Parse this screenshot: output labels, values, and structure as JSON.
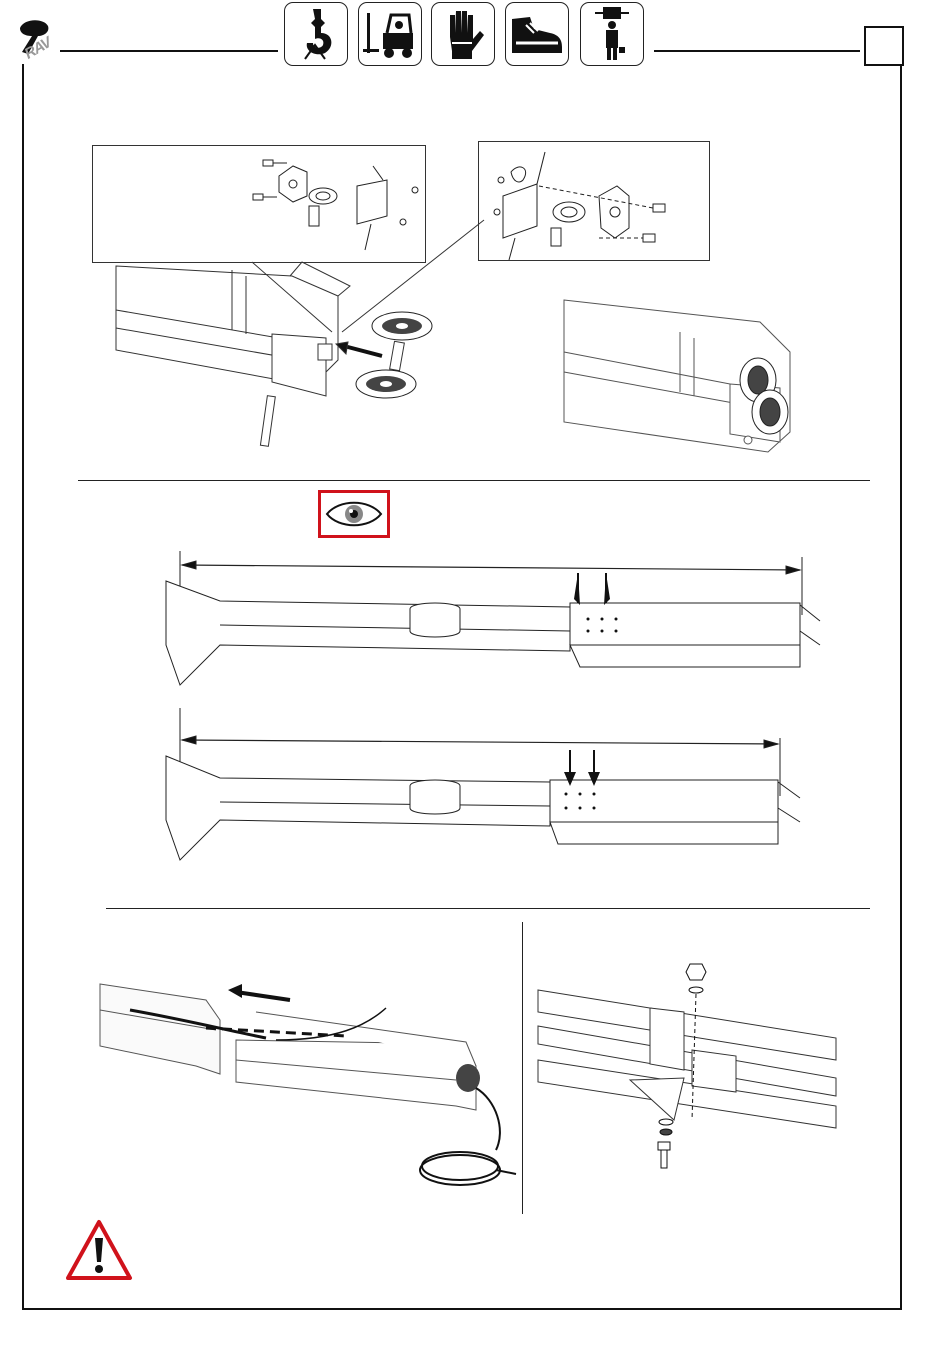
{
  "header": {
    "logo": {
      "text": "RAV",
      "icon": "rav-logo-icon"
    },
    "safety_icons": [
      "crane-hook-icon",
      "forklift-icon",
      "safety-glove-icon",
      "safety-shoe-icon",
      "lifting-load-icon"
    ],
    "page_marker_icon": "empty-square-icon"
  },
  "sections": {
    "top": {
      "name": "pulley-assembly",
      "icons": [
        "pulley-icon",
        "bolt-icon",
        "bracket-icon",
        "pin-icon",
        "arrow-icon"
      ]
    },
    "middle": {
      "name": "beam-measurement",
      "inspection_icon": "eye-icon",
      "inspection_color": "#d0121b"
    },
    "bottom": {
      "name": "cable-routing",
      "icons": [
        "cable-coil-icon",
        "arrow-icon",
        "bolt-icon"
      ]
    }
  },
  "footer": {
    "warning_icon": "warning-triangle-icon",
    "warning_color": "#d0121b"
  }
}
